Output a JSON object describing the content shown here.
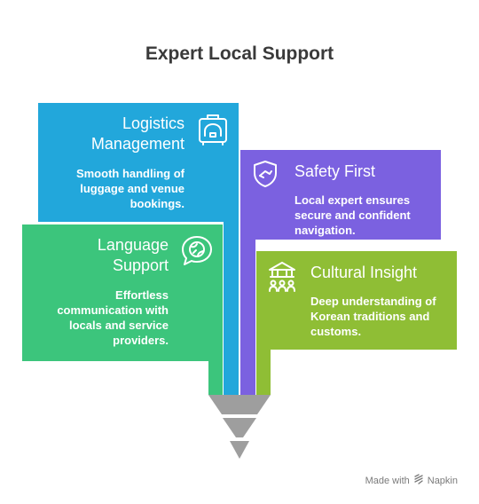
{
  "title": "Expert Local Support",
  "items": [
    {
      "title_lines": [
        "Logistics",
        "Management"
      ],
      "desc_lines": [
        "Smooth handling of",
        "luggage and venue",
        "bookings."
      ],
      "color": "#22a7db",
      "icon": "luggage-icon"
    },
    {
      "title_lines": [
        "Safety First"
      ],
      "desc_lines": [
        "Local expert ensures",
        "secure and confident",
        "navigation."
      ],
      "color": "#7b61e0",
      "icon": "shield-icon"
    },
    {
      "title_lines": [
        "Language",
        "Support"
      ],
      "desc_lines": [
        "Effortless",
        "communication with",
        "locals and service",
        "providers."
      ],
      "color": "#3cc57c",
      "icon": "chat-globe-icon"
    },
    {
      "title_lines": [
        "Cultural Insight"
      ],
      "desc_lines": [
        "Deep understanding of",
        "Korean traditions and",
        "customs."
      ],
      "color": "#8fbe35",
      "icon": "temple-people-icon"
    }
  ],
  "funnel_color": "#9e9e9e",
  "footer": {
    "made_with": "Made with",
    "brand": "Napkin"
  }
}
